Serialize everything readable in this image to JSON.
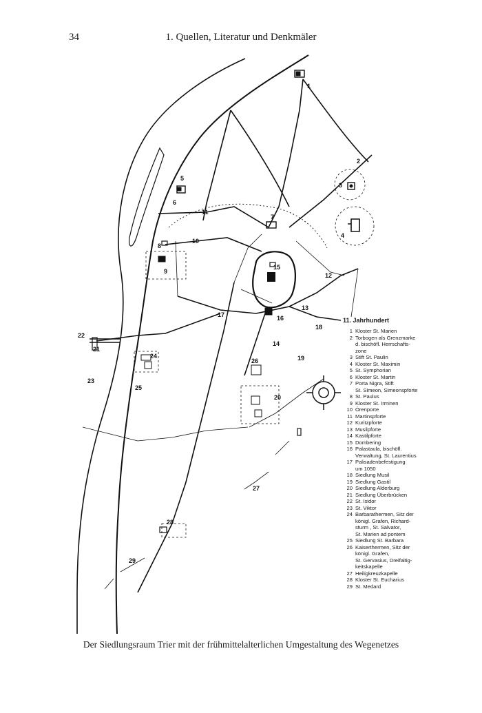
{
  "header": {
    "page_number": "34",
    "running_title": "1. Quellen, Literatur und Denkmäler"
  },
  "map": {
    "labels": [
      "1",
      "2",
      "3",
      "4",
      "5",
      "6",
      "7",
      "8",
      "9",
      "10",
      "11",
      "12",
      "13",
      "14",
      "15",
      "16",
      "17",
      "18",
      "19",
      "20",
      "21",
      "22",
      "23",
      "24",
      "25",
      "26",
      "27",
      "28",
      "29"
    ]
  },
  "legend": {
    "title": "11. Jahrhundert",
    "items": [
      {
        "n": "1",
        "t": "Kloster St. Marien"
      },
      {
        "n": "2",
        "t": "Torbogen als Grenzmarke\nd. bischöfl. Herrschafts-\nzone"
      },
      {
        "n": "3",
        "t": "Stift St. Paulin"
      },
      {
        "n": "4",
        "t": "Kloster St. Maximin"
      },
      {
        "n": "5",
        "t": "St. Symphorian"
      },
      {
        "n": "6",
        "t": "Kloster St. Martin"
      },
      {
        "n": "7",
        "t": "Porta Nigra, Stift\nSt. Simeon, Simeonspforte"
      },
      {
        "n": "8",
        "t": "St. Paulus"
      },
      {
        "n": "9",
        "t": "Kloster St. Irminen"
      },
      {
        "n": "10",
        "t": "Örenporte"
      },
      {
        "n": "11",
        "t": "Martinspforte"
      },
      {
        "n": "12",
        "t": "Kuritzpforte"
      },
      {
        "n": "13",
        "t": "Musilpforte"
      },
      {
        "n": "14",
        "t": "Kastilpforte"
      },
      {
        "n": "15",
        "t": "Dombering"
      },
      {
        "n": "16",
        "t": "Palastaula, bischöfl.\nVerwaltung, St. Laurentius"
      },
      {
        "n": "17",
        "t": "Palisadenbefestigung\num 1050"
      },
      {
        "n": "18",
        "t": "Siedlung Musil"
      },
      {
        "n": "19",
        "t": "Siedlung Gastil"
      },
      {
        "n": "20",
        "t": "Siedlung Alderburg"
      },
      {
        "n": "21",
        "t": "Siedlung Überbrücken"
      },
      {
        "n": "22",
        "t": "St. Isidor"
      },
      {
        "n": "23",
        "t": "St. Viktor"
      },
      {
        "n": "24",
        "t": "Barbarathermen, Sitz der\nkönigl. Grafen, Richard-\nsturm , St. Salvator,\nSt. Marien ad pontem"
      },
      {
        "n": "25",
        "t": "Siedlung St. Barbara"
      },
      {
        "n": "26",
        "t": "Kaiserthermen, Sitz der\nkönigl. Grafen,\nSt. Gervasius, Dreifaltig-\nkeitskapelle"
      },
      {
        "n": "27",
        "t": "Heiligkreuzkapelle"
      },
      {
        "n": "28",
        "t": "Kloster St. Eucharius"
      },
      {
        "n": "29",
        "t": "St. Medard"
      }
    ]
  },
  "caption": "Der Siedlungsraum Trier mit der frühmittelalterlichen Umgestaltung des Wegenetzes"
}
